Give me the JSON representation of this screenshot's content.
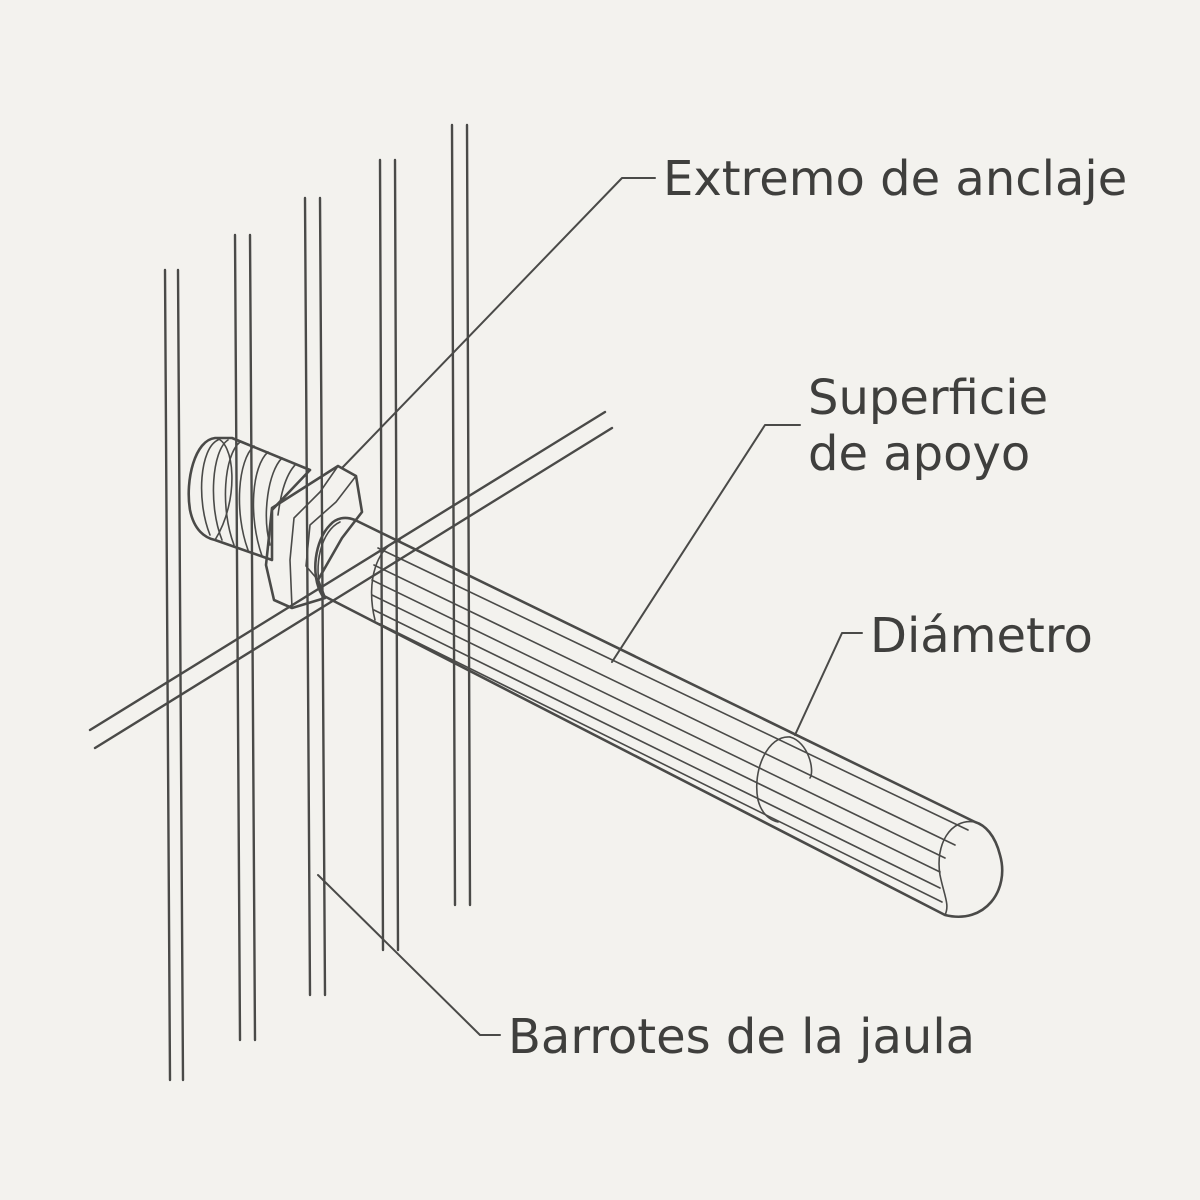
{
  "diagram": {
    "labels": {
      "anchor_end": "Extremo de anclaje",
      "bearing_surface_line1": "Superficie",
      "bearing_surface_line2": "de apoyo",
      "diameter": "Diámetro",
      "cage_bars": "Barrotes de la jaula"
    },
    "colors": {
      "background": "#f3f2ee",
      "ink": "#4a4a48",
      "text": "#3f3f3d"
    }
  }
}
